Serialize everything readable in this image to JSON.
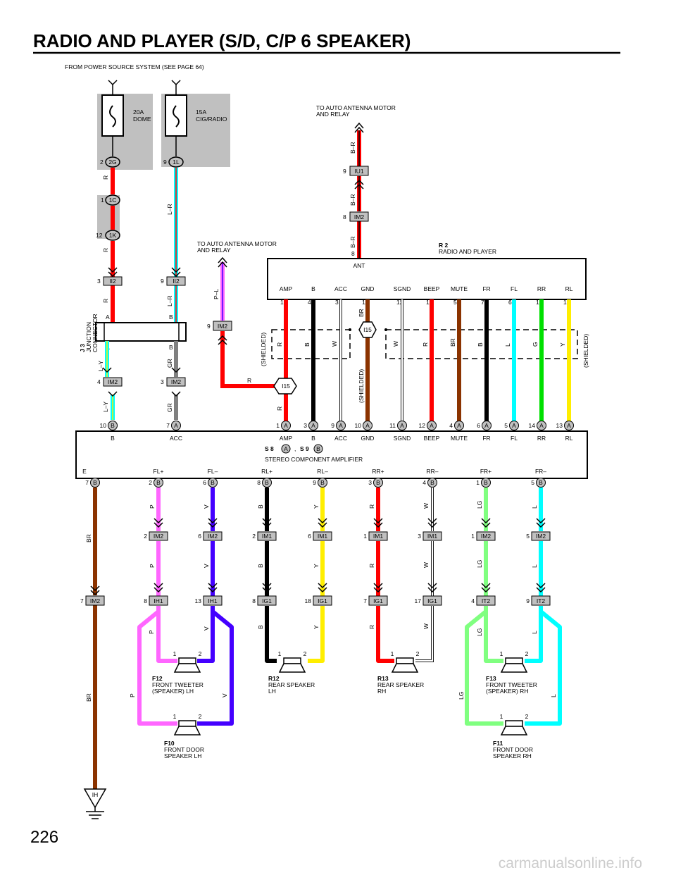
{
  "page": {
    "title": "RADIO AND PLAYER (S/D, C/P 6 SPEAKER)",
    "number": "226",
    "watermark": "carmanualsonline.info"
  },
  "notes": {
    "power_source": "FROM POWER SOURCE SYSTEM (SEE PAGE 64)",
    "antenna_top": "TO AUTO ANTENNA MOTOR\nAND RELAY",
    "antenna_mid": "TO AUTO ANTENNA MOTOR\nAND RELAY",
    "shielded": "(SHIELDED)"
  },
  "fuses": [
    {
      "rating": "20A",
      "name": "DOME"
    },
    {
      "rating": "15A",
      "name": "CIG/RADIO"
    }
  ],
  "radio": {
    "code": "R 2",
    "name": "RADIO AND PLAYER",
    "ant_label": "ANT",
    "pins": [
      {
        "label": "AMP",
        "num": "1",
        "wire": "R"
      },
      {
        "label": "B",
        "num": "4",
        "wire": "B"
      },
      {
        "label": "ACC",
        "num": "3",
        "wire": "W"
      },
      {
        "label": "GND",
        "num": "11",
        "wire": "BR"
      },
      {
        "label": "SGND",
        "num": "12",
        "wire": "W"
      },
      {
        "label": "BEEP",
        "num": "13",
        "wire": "R"
      },
      {
        "label": "MUTE",
        "num": "5",
        "wire": "BR"
      },
      {
        "label": "FR",
        "num": "7",
        "wire": "B"
      },
      {
        "label": "FL",
        "num": "6",
        "wire": "L"
      },
      {
        "label": "RR",
        "num": "15",
        "wire": "G"
      },
      {
        "label": "RL",
        "num": "14",
        "wire": "Y"
      }
    ]
  },
  "amplifier": {
    "code_a": "S 8",
    "code_b": "S 9",
    "conn_a": "A",
    "conn_b": "B",
    "sep": ",",
    "name": "STEREO COMPONENT AMPLIFIER",
    "top_pins": [
      {
        "label": "B",
        "num": "10",
        "conn": "B"
      },
      {
        "label": "ACC",
        "num": "7",
        "conn": "A"
      },
      {
        "label": "AMP",
        "num": "1",
        "conn": "A"
      },
      {
        "label": "B",
        "num": "3",
        "conn": "A"
      },
      {
        "label": "ACC",
        "num": "9",
        "conn": "A"
      },
      {
        "label": "GND",
        "num": "10",
        "conn": "A"
      },
      {
        "label": "SGND",
        "num": "11",
        "conn": "A"
      },
      {
        "label": "BEEP",
        "num": "12",
        "conn": "A"
      },
      {
        "label": "MUTE",
        "num": "4",
        "conn": "A"
      },
      {
        "label": "FR",
        "num": "6",
        "conn": "A"
      },
      {
        "label": "FL",
        "num": "5",
        "conn": "A"
      },
      {
        "label": "RR",
        "num": "14",
        "conn": "A"
      },
      {
        "label": "RL",
        "num": "13",
        "conn": "A"
      }
    ],
    "bottom_pins": [
      {
        "label": "E",
        "num": "7",
        "conn": "B"
      },
      {
        "label": "FL+",
        "num": "2",
        "conn": "B"
      },
      {
        "label": "FL–",
        "num": "6",
        "conn": "B"
      },
      {
        "label": "RL+",
        "num": "8",
        "conn": "B"
      },
      {
        "label": "RL–",
        "num": "9",
        "conn": "B"
      },
      {
        "label": "RR+",
        "num": "3",
        "conn": "B"
      },
      {
        "label": "RR–",
        "num": "4",
        "conn": "B"
      },
      {
        "label": "FR+",
        "num": "1",
        "conn": "B"
      },
      {
        "label": "FR–",
        "num": "5",
        "conn": "B"
      }
    ]
  },
  "junction": {
    "code": "J 3",
    "name": "JUNCTION\nCONNECTOR",
    "terminals": [
      "A",
      "B"
    ]
  },
  "connectors": {
    "c_2g": {
      "num": "2",
      "id": "2G"
    },
    "c_1l": {
      "num": "9",
      "id": "1L"
    },
    "c_1c": {
      "num": "1",
      "id": "1C"
    },
    "c_1k": {
      "num": "12",
      "id": "1K"
    },
    "c_ii2_a": {
      "num": "3",
      "id": "II2"
    },
    "c_ii2_b": {
      "num": "9",
      "id": "II2"
    },
    "c_im2_a": {
      "num": "4",
      "id": "IM2"
    },
    "c_im2_b": {
      "num": "3",
      "id": "IM2"
    },
    "c_iu1": {
      "num": "9",
      "id": "IU1"
    },
    "c_im2_ant": {
      "num": "8",
      "id": "IM2"
    },
    "c_ant_pin": {
      "num": "8"
    },
    "c_im2_pl": {
      "num": "9",
      "id": "IM2"
    },
    "i15_a": "I15",
    "i15_b": "I15",
    "c_im2_e": {
      "num": "7",
      "id": "IM2"
    }
  },
  "wires": {
    "r": "R",
    "lr": "L–R",
    "ly": "L–Y",
    "gr": "GR",
    "br": "B–R",
    "pl": "P–L",
    "bwire": "B",
    "brw": "BR",
    "p": "P",
    "v": "V",
    "y": "Y",
    "w": "W",
    "lg": "LG",
    "l": "L"
  },
  "mid_connectors": [
    {
      "num": "2",
      "id": "IM2"
    },
    {
      "num": "6",
      "id": "IM2"
    },
    {
      "num": "2",
      "id": "IM1"
    },
    {
      "num": "6",
      "id": "IM1"
    },
    {
      "num": "1",
      "id": "IM1"
    },
    {
      "num": "3",
      "id": "IM1"
    },
    {
      "num": "1",
      "id": "IM2"
    },
    {
      "num": "5",
      "id": "IM2"
    }
  ],
  "low_connectors": [
    {
      "num": "8",
      "id": "IH1"
    },
    {
      "num": "13",
      "id": "IH1"
    },
    {
      "num": "8",
      "id": "IG1"
    },
    {
      "num": "18",
      "id": "IG1"
    },
    {
      "num": "7",
      "id": "IG1"
    },
    {
      "num": "17",
      "id": "IG1"
    },
    {
      "num": "4",
      "id": "IT2"
    },
    {
      "num": "9",
      "id": "IT2"
    }
  ],
  "speakers": [
    {
      "code": "F12",
      "name": "FRONT TWEETER\n(SPEAKER) LH"
    },
    {
      "code": "F10",
      "name": "FRONT DOOR\nSPEAKER LH"
    },
    {
      "code": "R12",
      "name": "REAR SPEAKER\nLH"
    },
    {
      "code": "R13",
      "name": "REAR SPEAKER\nRH"
    },
    {
      "code": "F13",
      "name": "FRONT TWEETER\n(SPEAKER) RH"
    },
    {
      "code": "F11",
      "name": "FRONT DOOR\nSPEAKER RH"
    }
  ],
  "speaker_pins": [
    "1",
    "2"
  ],
  "ground": {
    "id": "IH"
  },
  "colors": {
    "R": "#ff0000",
    "B": "#000000",
    "W": "#ffffff",
    "BR": "#8b3300",
    "L": "#00ffff",
    "G": "#00e000",
    "Y": "#ffee00",
    "P": "#ff66ff",
    "V": "#4400ff",
    "LG": "#80ff80",
    "GR": "#808080",
    "fuse_bg": "#c0c0c0"
  }
}
